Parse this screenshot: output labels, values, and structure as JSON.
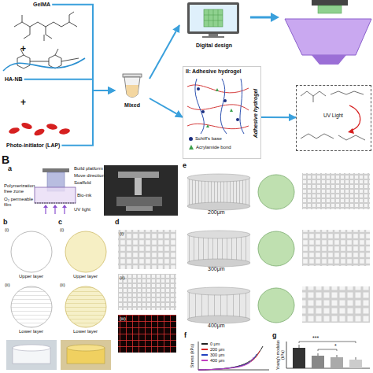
{
  "diagram": {
    "nodes": [
      {
        "text": [
          "GelMA"
        ]
      },
      {
        "text": [
          "HA-NB"
        ]
      },
      {
        "text": [
          "Photo-initiator (LAP)"
        ]
      },
      {
        "text": [
          "Mixed"
        ]
      },
      {
        "text": [
          "Digital design"
        ]
      },
      {
        "text": [
          "II: Adhesive hydrogel",
          "Adhesive hydrogel"
        ]
      },
      {
        "text": [
          "UV Light"
        ]
      }
    ],
    "edges": [
      {
        "from": 0,
        "to": 3,
        "arrow": "to"
      },
      {
        "from": 1,
        "to": 3,
        "arrow": "to"
      },
      {
        "from": 2,
        "to": 3,
        "arrow": "to"
      },
      {
        "from": 3,
        "to": 4,
        "arrow": "to"
      },
      {
        "from": 3,
        "to": 5,
        "arrow": "to"
      },
      {
        "from": 5,
        "to": 6,
        "arrow": "to"
      }
    ],
    "labels": [
      "+",
      "+",
      "B",
      "a",
      "Build platform",
      "Move direction",
      "Scaffold",
      "Bio-ink",
      "Polymerization free zone",
      "O₂ permeable film",
      "UV light",
      "b",
      "(i)",
      "Upper layer",
      "(ii)",
      "Lower layer",
      "c",
      "(i)",
      "Upper layer",
      "(ii)",
      "Lower layer",
      "d",
      "(i)",
      "(ii)",
      "(iii)",
      "e",
      "200μm",
      "300μm",
      "400μm",
      "f",
      "Stress (kPa)",
      "g",
      "Young's modulus (kPa)",
      "***",
      "*"
    ],
    "legend": [
      {
        "text": "Schiff's base",
        "color": "#1b2f80"
      },
      {
        "text": "Acrylamide bond"
      },
      {
        "text": "0 μm",
        "color": "#222222"
      },
      {
        "text": "200 μm",
        "color": "#d62728"
      },
      {
        "text": "300 μm",
        "color": "#2040c0"
      },
      {
        "text": "400 μm",
        "color": "#c040c0"
      }
    ]
  }
}
